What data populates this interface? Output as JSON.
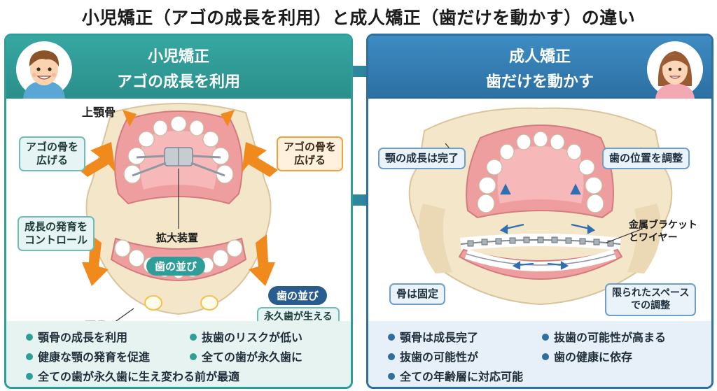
{
  "title": "小児矯正（アゴの成長を利用）と成人矯正（歯だけを動かす）の違い",
  "left": {
    "header_line1": "小児矯正",
    "header_line2": "アゴの成長を利用",
    "labels": {
      "upper_jaw": "上顎骨",
      "expand_left": "アゴの骨を\n広げる",
      "expand_right": "アゴの骨を\n広げる",
      "expander": "拡大装置",
      "growth_control": "成長の発育を\nコントロール",
      "alignment_pill": "歯の並び",
      "alignment_pill2": "歯の並び",
      "lower_jaw": "下顎骨",
      "permanent_space": "永久歯が生える\nスペースを確保"
    },
    "bullets": [
      "顎骨の成長を利用",
      "抜歯のリスクが低い",
      "健康な顎の発育を促進",
      "全ての歯が永久歯に",
      "全ての歯が永久歯に生え変わる前が最適"
    ],
    "colors": {
      "accent": "#2f9e99",
      "arrow": "#f08a1c"
    }
  },
  "right": {
    "header_line1": "成人矯正",
    "header_line2": "歯だけを動かす",
    "labels": {
      "growth_complete": "顎の成長は完了",
      "position_adjust": "歯の位置を調整",
      "brackets": "金属ブラケット\nとワイヤー",
      "bone_fixed": "骨は固定",
      "limited_space": "限られたスペース\nでの調整"
    },
    "bullets": [
      "顎骨は成長完了",
      "抜歯の可能性が高まる",
      "抜歯の可能性が",
      "歯の健康に依存",
      "全ての年齢層に対応可能"
    ],
    "colors": {
      "accent": "#2e6f9e"
    }
  }
}
